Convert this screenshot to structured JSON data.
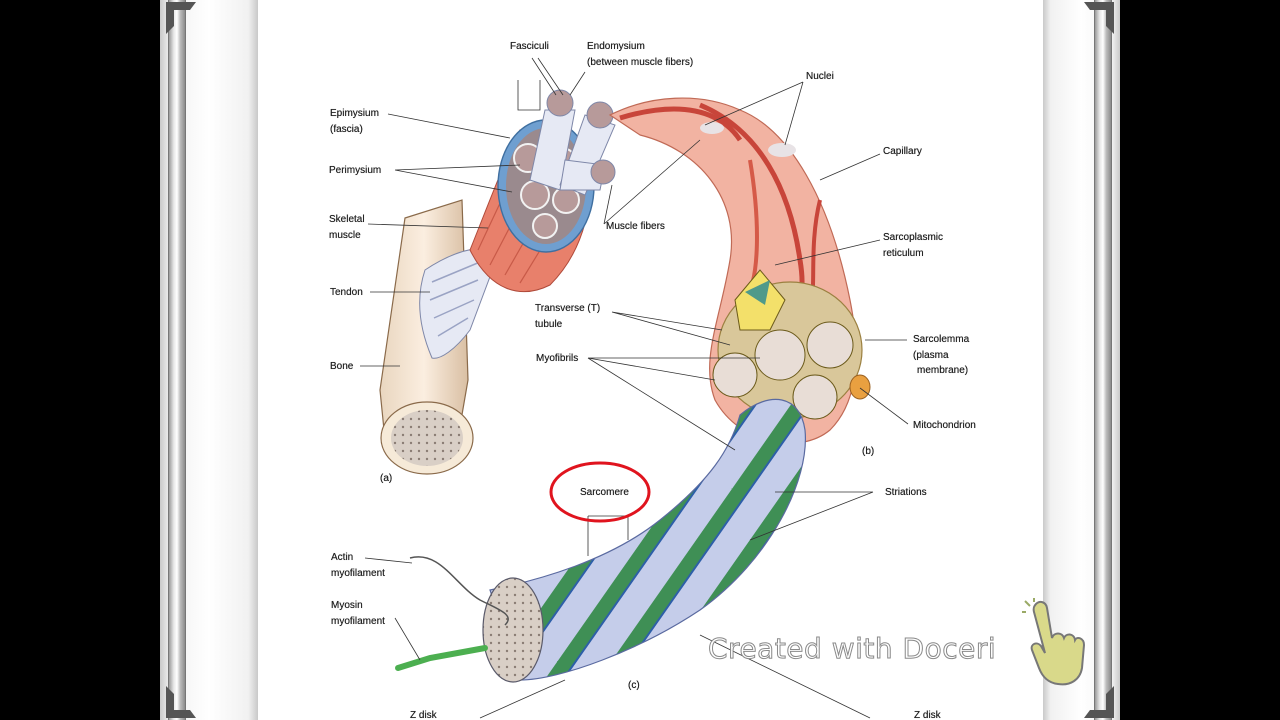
{
  "watermark": {
    "text": "Created with Doceri"
  },
  "diagram": {
    "labels": {
      "fasciculi": "Fasciculi",
      "endomysium_1": "Endomysium",
      "endomysium_2": "(between muscle fibers)",
      "nuclei": "Nuclei",
      "epimysium_1": "Epimysium",
      "epimysium_2": "(fascia)",
      "capillary": "Capillary",
      "perimysium": "Perimysium",
      "skeletal_muscle_1": "Skeletal",
      "skeletal_muscle_2": "muscle",
      "muscle_fibers": "Muscle fibers",
      "sarcoplasmic_1": "Sarcoplasmic",
      "sarcoplasmic_2": "reticulum",
      "tendon": "Tendon",
      "transverse_1": "Transverse (T)",
      "transverse_2": "tubule",
      "sarcolemma_1": "Sarcolemma",
      "sarcolemma_2": "(plasma",
      "sarcolemma_3": "membrane)",
      "myofibrils": "Myofibrils",
      "bone": "Bone",
      "mitochondrion": "Mitochondrion",
      "part_b": "(b)",
      "part_a": "(a)",
      "sarcomere": "Sarcomere",
      "striations": "Striations",
      "actin_1": "Actin",
      "actin_2": "myofilament",
      "myosin_1": "Myosin",
      "myosin_2": "myofilament",
      "part_c": "(c)",
      "z_disk_left": "Z disk",
      "z_disk_right": "Z disk"
    }
  },
  "colors": {
    "muscle": "#e8806b",
    "fiber": "#f2b3a2",
    "perimysium_blue": "#6f9fd0",
    "myofibril_stripe": "#3f8f55",
    "annotation_red": "#e0141e"
  }
}
